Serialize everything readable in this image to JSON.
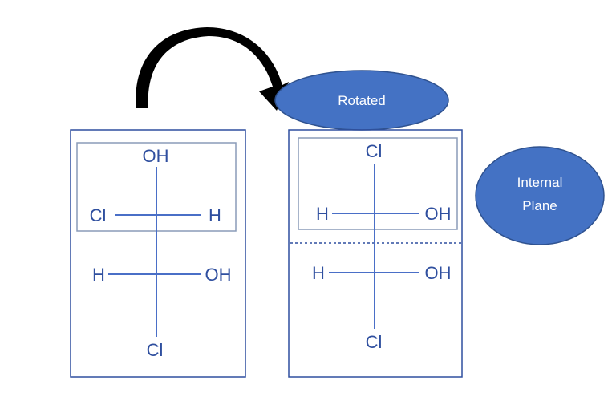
{
  "colors": {
    "bond": "#4a6fc7",
    "box": "#2f4f9f",
    "inner_box": "#8a9bb8",
    "bubble_fill": "#4472c4",
    "bubble_stroke": "#2f528f",
    "arrow": "#000000"
  },
  "bubbles": {
    "rotated": "Rotated",
    "internal_plane_line1": "Internal",
    "internal_plane_line2": "Plane"
  },
  "left_projection": {
    "top": "OH",
    "upper_left": "Cl",
    "upper_right": "H",
    "lower_left": "H",
    "lower_right": "OH",
    "bottom": "Cl"
  },
  "right_projection": {
    "top": "Cl",
    "upper_left": "H",
    "upper_right": "OH",
    "lower_left": "H",
    "lower_right": "OH",
    "bottom": "Cl"
  }
}
